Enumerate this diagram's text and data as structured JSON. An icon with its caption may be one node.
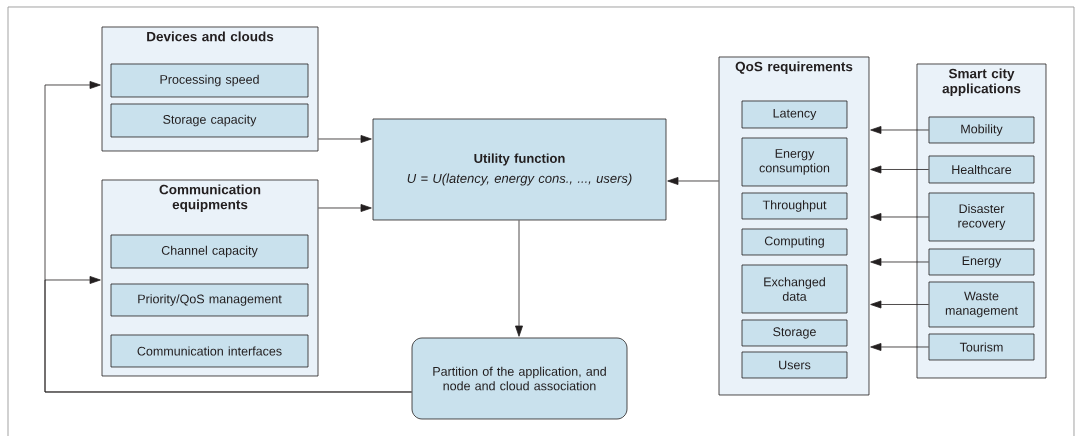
{
  "diagram": {
    "nodes": [
      {
        "text": [
          "Devices and clouds"
        ]
      },
      {
        "text": [
          "Processing speed"
        ],
        "in": 0
      },
      {
        "text": [
          "Storage capacity"
        ],
        "in": 0
      },
      {
        "text": [
          "Communication equipments"
        ]
      },
      {
        "text": [
          "Channel capacity"
        ],
        "in": 3
      },
      {
        "text": [
          "Priority/QoS management"
        ],
        "in": 3
      },
      {
        "text": [
          "Communication interfaces"
        ],
        "in": 3
      },
      {
        "text": [
          "Utility function",
          "U = U(latency, energy cons., ..., users)"
        ]
      },
      {
        "text": [
          "Partition of the application, and node and cloud association"
        ]
      },
      {
        "text": [
          "QoS requirements"
        ]
      },
      {
        "text": [
          "Latency"
        ],
        "in": 9
      },
      {
        "text": [
          "Energy consumption"
        ],
        "in": 9
      },
      {
        "text": [
          "Throughput"
        ],
        "in": 9
      },
      {
        "text": [
          "Computing"
        ],
        "in": 9
      },
      {
        "text": [
          "Exchanged data"
        ],
        "in": 9
      },
      {
        "text": [
          "Storage"
        ],
        "in": 9
      },
      {
        "text": [
          "Users"
        ],
        "in": 9
      },
      {
        "text": [
          "Smart city applications"
        ]
      },
      {
        "text": [
          "Mobility"
        ],
        "in": 17
      },
      {
        "text": [
          "Healthcare"
        ],
        "in": 17
      },
      {
        "text": [
          "Disaster recovery"
        ],
        "in": 17
      },
      {
        "text": [
          "Energy"
        ],
        "in": 17
      },
      {
        "text": [
          "Waste management"
        ],
        "in": 17
      },
      {
        "text": [
          "Tourism"
        ],
        "in": 17
      }
    ],
    "edges": [
      {
        "from": 0,
        "to": 7,
        "arrow": "to"
      },
      {
        "from": 3,
        "to": 7,
        "arrow": "to"
      },
      {
        "from": 9,
        "to": 7,
        "arrow": "to"
      },
      {
        "from": 7,
        "to": 8,
        "arrow": "to"
      },
      {
        "from": 8,
        "to": 0,
        "arrow": "to"
      },
      {
        "from": 8,
        "to": 3,
        "arrow": "to"
      },
      {
        "from": 18,
        "to": 9,
        "arrow": "to"
      },
      {
        "from": 19,
        "to": 9,
        "arrow": "to"
      },
      {
        "from": 20,
        "to": 9,
        "arrow": "to"
      },
      {
        "from": 21,
        "to": 9,
        "arrow": "to"
      },
      {
        "from": 22,
        "to": 9,
        "arrow": "to"
      },
      {
        "from": 23,
        "to": 9,
        "arrow": "to"
      }
    ]
  }
}
